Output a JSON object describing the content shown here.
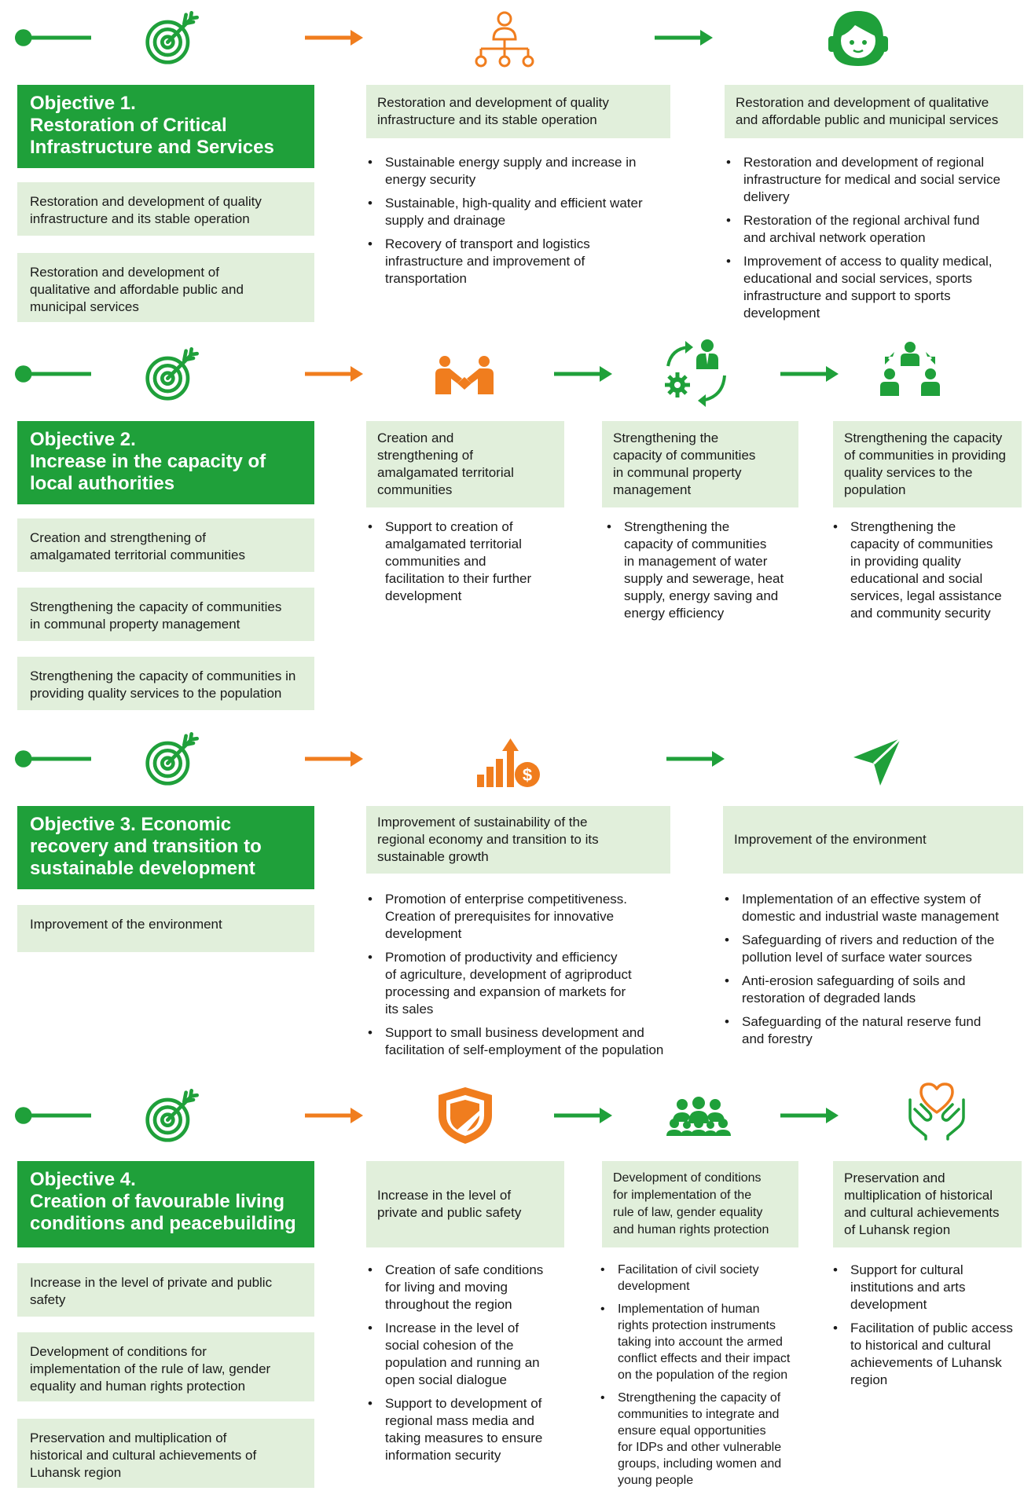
{
  "colors": {
    "green": "#1fa03a",
    "orange": "#f07d1e",
    "light_green": "#e1efdb"
  },
  "rows": [
    {
      "objective": "Objective 1.\nRestoration of Critical\nInfrastructure and Services",
      "left_boxes": [
        "Restoration and development of quality\ninfrastructure and its stable operation",
        "Restoration and development of\nqualitative and affordable public and\nmunicipal services"
      ],
      "columns": [
        {
          "icon": "hierarchy-icon",
          "header": "Restoration and development of quality\ninfrastructure and its stable operation",
          "bullets": [
            "Sustainable energy supply and increase in\nenergy security",
            "Sustainable, high-quality and efficient water\nsupply and drainage",
            "Recovery of transport and logistics\ninfrastructure and improvement of\ntransportation"
          ]
        },
        {
          "icon": "support-agent-icon",
          "header": "Restoration and development of qualitative\nand affordable public and municipal services",
          "bullets": [
            "Restoration and development of regional\ninfrastructure for medical and social service\ndelivery",
            "Restoration of the regional archival fund\nand archival network operation",
            "Improvement of access to quality medical,\neducational and social services, sports\ninfrastructure and support to sports\ndevelopment"
          ]
        }
      ]
    },
    {
      "objective": "Objective 2.\nIncrease in the capacity of\nlocal authorities",
      "left_boxes": [
        "Creation and strengthening  of\namalgamated territorial communities",
        "Strengthening the capacity of communities\nin communal property management",
        "Strengthening the capacity of communities in\nproviding quality services to the population"
      ],
      "columns": [
        {
          "icon": "handshake-icon",
          "header": "Creation and\nstrengthening of\namalgamated territorial\ncommunities",
          "bullets": [
            "Support to creation of\namalgamated territorial\ncommunities and\nfacilitation to their further\ndevelopment"
          ]
        },
        {
          "icon": "management-cycle-icon",
          "header": "Strengthening the\ncapacity of communities\nin communal property\nmanagement",
          "bullets": [
            "Strengthening the\ncapacity of communities\nin management of water\nsupply and sewerage, heat\nsupply, energy saving and\nenergy efficiency"
          ]
        },
        {
          "icon": "community-group-icon",
          "header": "Strengthening the capacity\nof communities in providing\nquality services to the\npopulation",
          "bullets": [
            "Strengthening the\ncapacity of communities\nin providing quality\neducational and social\nservices, legal assistance\nand community security"
          ]
        }
      ]
    },
    {
      "objective": "Objective 3. Economic\nrecovery and transition to\nsustainable development",
      "left_boxes": [
        "Improvement of the environment"
      ],
      "columns": [
        {
          "icon": "growth-chart-dollar-icon",
          "header": "Improvement of sustainability of the\nregional economy and transition to its\nsustainable growth",
          "bullets": [
            "Promotion of enterprise competitiveness.\nCreation of prerequisites for innovative\ndevelopment",
            "Promotion of productivity and efficiency\nof agriculture, development of agriproduct\nprocessing and expansion of markets for\nits sales",
            "Support to small business development and\nfacilitation of self-employment of the population"
          ]
        },
        {
          "icon": "leaf-icon",
          "header": "Improvement of the environment",
          "bullets": [
            "Implementation of an effective system of\ndomestic and industrial waste management",
            "Safeguarding of rivers and reduction of the\npollution level of surface water sources",
            "Anti-erosion safeguarding of soils and\nrestoration of degraded lands",
            "Safeguarding of the natural reserve fund\nand forestry"
          ]
        }
      ]
    },
    {
      "objective": "Objective 4.\nCreation of favourable living\nconditions and peacebuilding",
      "left_boxes": [
        "Increase in the level of private and public\nsafety",
        "Development of conditions for\nimplementation of the rule of law, gender\nequality and human rights protection",
        "Preservation and multiplication of\nhistorical and cultural achievements of\nLuhansk region"
      ],
      "columns": [
        {
          "icon": "shield-icon",
          "header": "Increase in the level of\nprivate and public safety",
          "bullets": [
            "Creation of safe conditions\nfor living and moving\nthroughout the region",
            "Increase in the level of\nsocial cohesion of the\npopulation and running an\nopen social dialogue",
            "Support to development of\nregional mass media and\ntaking measures to ensure\ninformation security"
          ]
        },
        {
          "icon": "people-group-icon",
          "header": "Development of conditions\nfor implementation of the\nrule of law, gender equality\nand human rights protection",
          "bullets": [
            "Facilitation of civil society\ndevelopment",
            "Implementation of human\nrights protection instruments\ntaking into account the armed\nconflict effects and their impact\non the population of the region",
            "Strengthening the capacity of\ncommunities to integrate and\nensure equal opportunities\nfor IDPs and other vulnerable\ngroups, including women and\nyoung people"
          ]
        },
        {
          "icon": "heart-hands-icon",
          "header": "Preservation and\nmultiplication of historical\nand cultural achievements\nof Luhansk region",
          "bullets": [
            "Support for cultural\ninstitutions and arts\ndevelopment",
            "Facilitation of public access\nto historical and cultural\nachievements of Luhansk\nregion"
          ]
        }
      ]
    }
  ]
}
